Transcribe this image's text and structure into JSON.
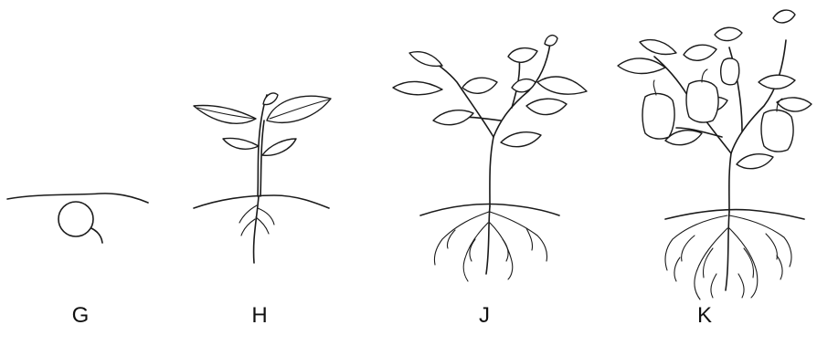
{
  "stages": [
    {
      "label": "G"
    },
    {
      "label": "H"
    },
    {
      "label": "J"
    },
    {
      "label": "K"
    }
  ]
}
